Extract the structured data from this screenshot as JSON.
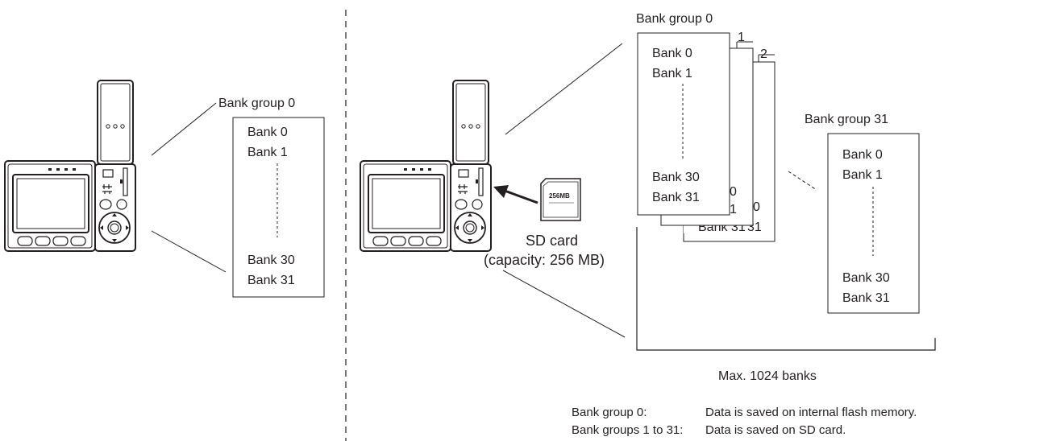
{
  "left": {
    "group_label": "Bank group 0",
    "banks_top": [
      "Bank 0",
      "Bank 1"
    ],
    "banks_bottom": [
      "Bank 30",
      "Bank 31"
    ]
  },
  "sd_card": {
    "card_text": "256MB",
    "caption_line1": "SD card",
    "caption_line2": "(capacity: 256 MB)"
  },
  "stack": {
    "group_label": "Bank group 0",
    "page_numbers": [
      "1",
      "2"
    ],
    "banks_top": [
      "Bank 0",
      "Bank 1"
    ],
    "banks_bottom": [
      "Bank 30",
      "Bank 31"
    ],
    "peek_fragments": [
      "0",
      "1",
      "0",
      "31"
    ]
  },
  "group31": {
    "group_label": "Bank group 31",
    "banks_top": [
      "Bank 0",
      "Bank 1"
    ],
    "banks_bottom": [
      "Bank 30",
      "Bank 31"
    ]
  },
  "max_label": "Max. 1024 banks",
  "legend": [
    {
      "key": "Bank group 0:",
      "value": "Data is saved on internal flash memory."
    },
    {
      "key": "Bank groups 1 to 31:",
      "value": "Data is saved on SD card."
    }
  ]
}
